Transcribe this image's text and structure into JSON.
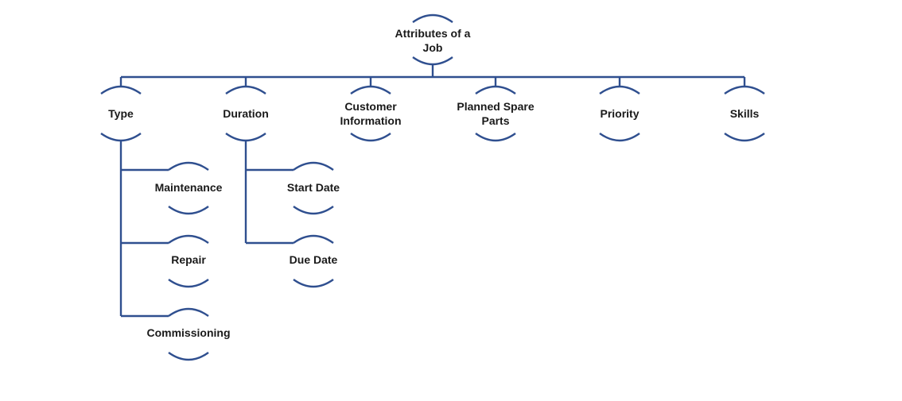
{
  "diagram": {
    "root": {
      "label_line1": "Attributes of a",
      "label_line2": "Job"
    },
    "children": {
      "type": "Type",
      "duration": "Duration",
      "customer_line1": "Customer",
      "customer_line2": "Information",
      "parts_line1": "Planned Spare",
      "parts_line2": "Parts",
      "priority": "Priority",
      "skills": "Skills"
    },
    "type_children": {
      "maintenance": "Maintenance",
      "repair": "Repair",
      "commissioning": "Commissioning"
    },
    "duration_children": {
      "start_date": "Start Date",
      "due_date": "Due Date"
    },
    "colors": {
      "line": "#2f4f8f",
      "text": "#1a1a1a"
    }
  }
}
